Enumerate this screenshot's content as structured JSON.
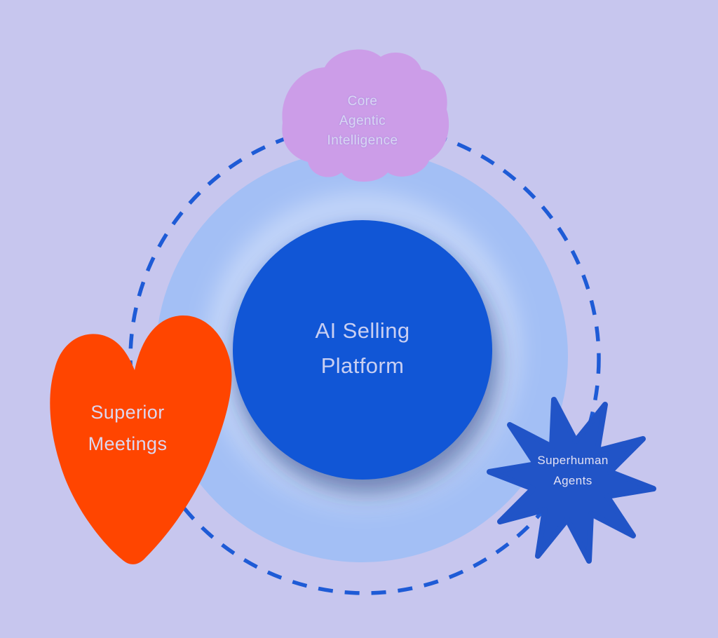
{
  "diagram_title": "AI Selling Platform",
  "palette": {
    "background": "#C7C6EE",
    "outer_dashed_ring": "#1E5BD6",
    "inner_disc": "#A3BFF5",
    "center_circle": "#1156D6",
    "center_circle_shadow": "rgba(35,48,110,0.45)",
    "cloud_blob": "#CC9DE8",
    "heart_blob": "#FF4500",
    "starburst": "#2154C7",
    "center_text": "#C9CFF2",
    "label_text": "#DCD8F2"
  },
  "center": {
    "lines": [
      "AI Selling",
      "Platform"
    ]
  },
  "nodes": [
    {
      "id": "core-agentic-intelligence",
      "shape": "cloud-blob",
      "lines": [
        "Core",
        "Agentic",
        "Intelligence"
      ]
    },
    {
      "id": "superior-meetings",
      "shape": "heart-blob",
      "lines": [
        "Superior",
        "Meetings"
      ]
    },
    {
      "id": "superhuman-agents",
      "shape": "starburst",
      "lines": [
        "Superhuman",
        "Agents"
      ]
    }
  ]
}
